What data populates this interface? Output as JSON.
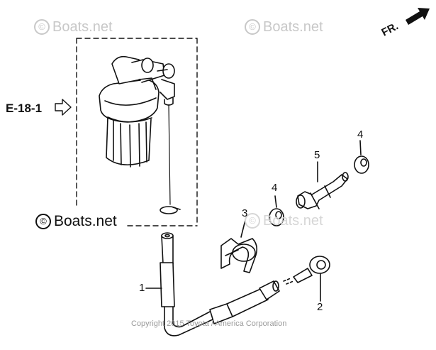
{
  "watermarks": {
    "top_left": "Boats.net",
    "top_center": "Boats.net",
    "mid_right": "Boats.net",
    "main": "Boats.net",
    "copyright_symbol": "©"
  },
  "copyright": "Copyright 2015 Toyota / America Corporation",
  "reference": {
    "label": "E-18-1"
  },
  "direction": {
    "label": "FR."
  },
  "callouts": {
    "c1": "1",
    "c2": "2",
    "c3": "3",
    "c4a": "4",
    "c4b": "4",
    "c5": "5"
  },
  "icons": {
    "ref_arrow": "hollow-left-arrow-icon",
    "fr_arrow": "solid-arrow-icon"
  }
}
